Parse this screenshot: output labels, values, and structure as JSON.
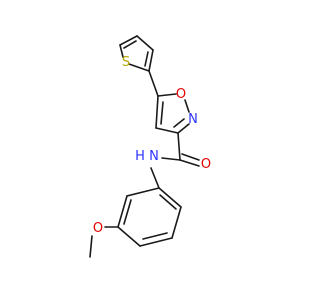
{
  "molecule": {
    "atoms": [
      {
        "id": "s1",
        "symbol": "S",
        "color": "#b5a800"
      },
      {
        "id": "o_ring",
        "symbol": "O",
        "color": "#e30000"
      },
      {
        "id": "n_ring",
        "symbol": "N",
        "color": "#2b33ff"
      },
      {
        "id": "nh",
        "symbol": "N",
        "hydrogen": "H",
        "color": "#2b33ff"
      },
      {
        "id": "o_carbonyl",
        "symbol": "O",
        "color": "#e30000"
      },
      {
        "id": "o_methoxy",
        "symbol": "O",
        "color": "#e30000"
      }
    ],
    "bond_color": "#1a1a1a"
  }
}
